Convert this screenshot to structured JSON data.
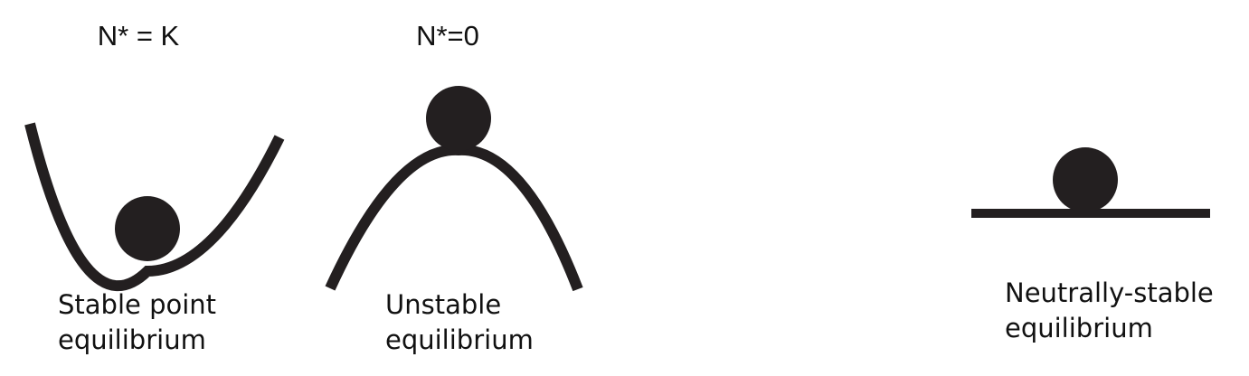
{
  "colors": {
    "ink": "#231f20",
    "background": "#ffffff"
  },
  "panels": [
    {
      "id": "stable",
      "shape": "valley",
      "equilibrium_value": "N* = K",
      "caption_lines": [
        "Stable point",
        "equilibrium"
      ]
    },
    {
      "id": "unstable",
      "shape": "hill",
      "equilibrium_value": "N*=0",
      "caption_lines": [
        "Unstable",
        "equilibrium"
      ]
    },
    {
      "id": "neutral",
      "shape": "flat",
      "equilibrium_value": "",
      "caption_lines": [
        "Neutrally-stable",
        "equilibrium"
      ]
    }
  ]
}
